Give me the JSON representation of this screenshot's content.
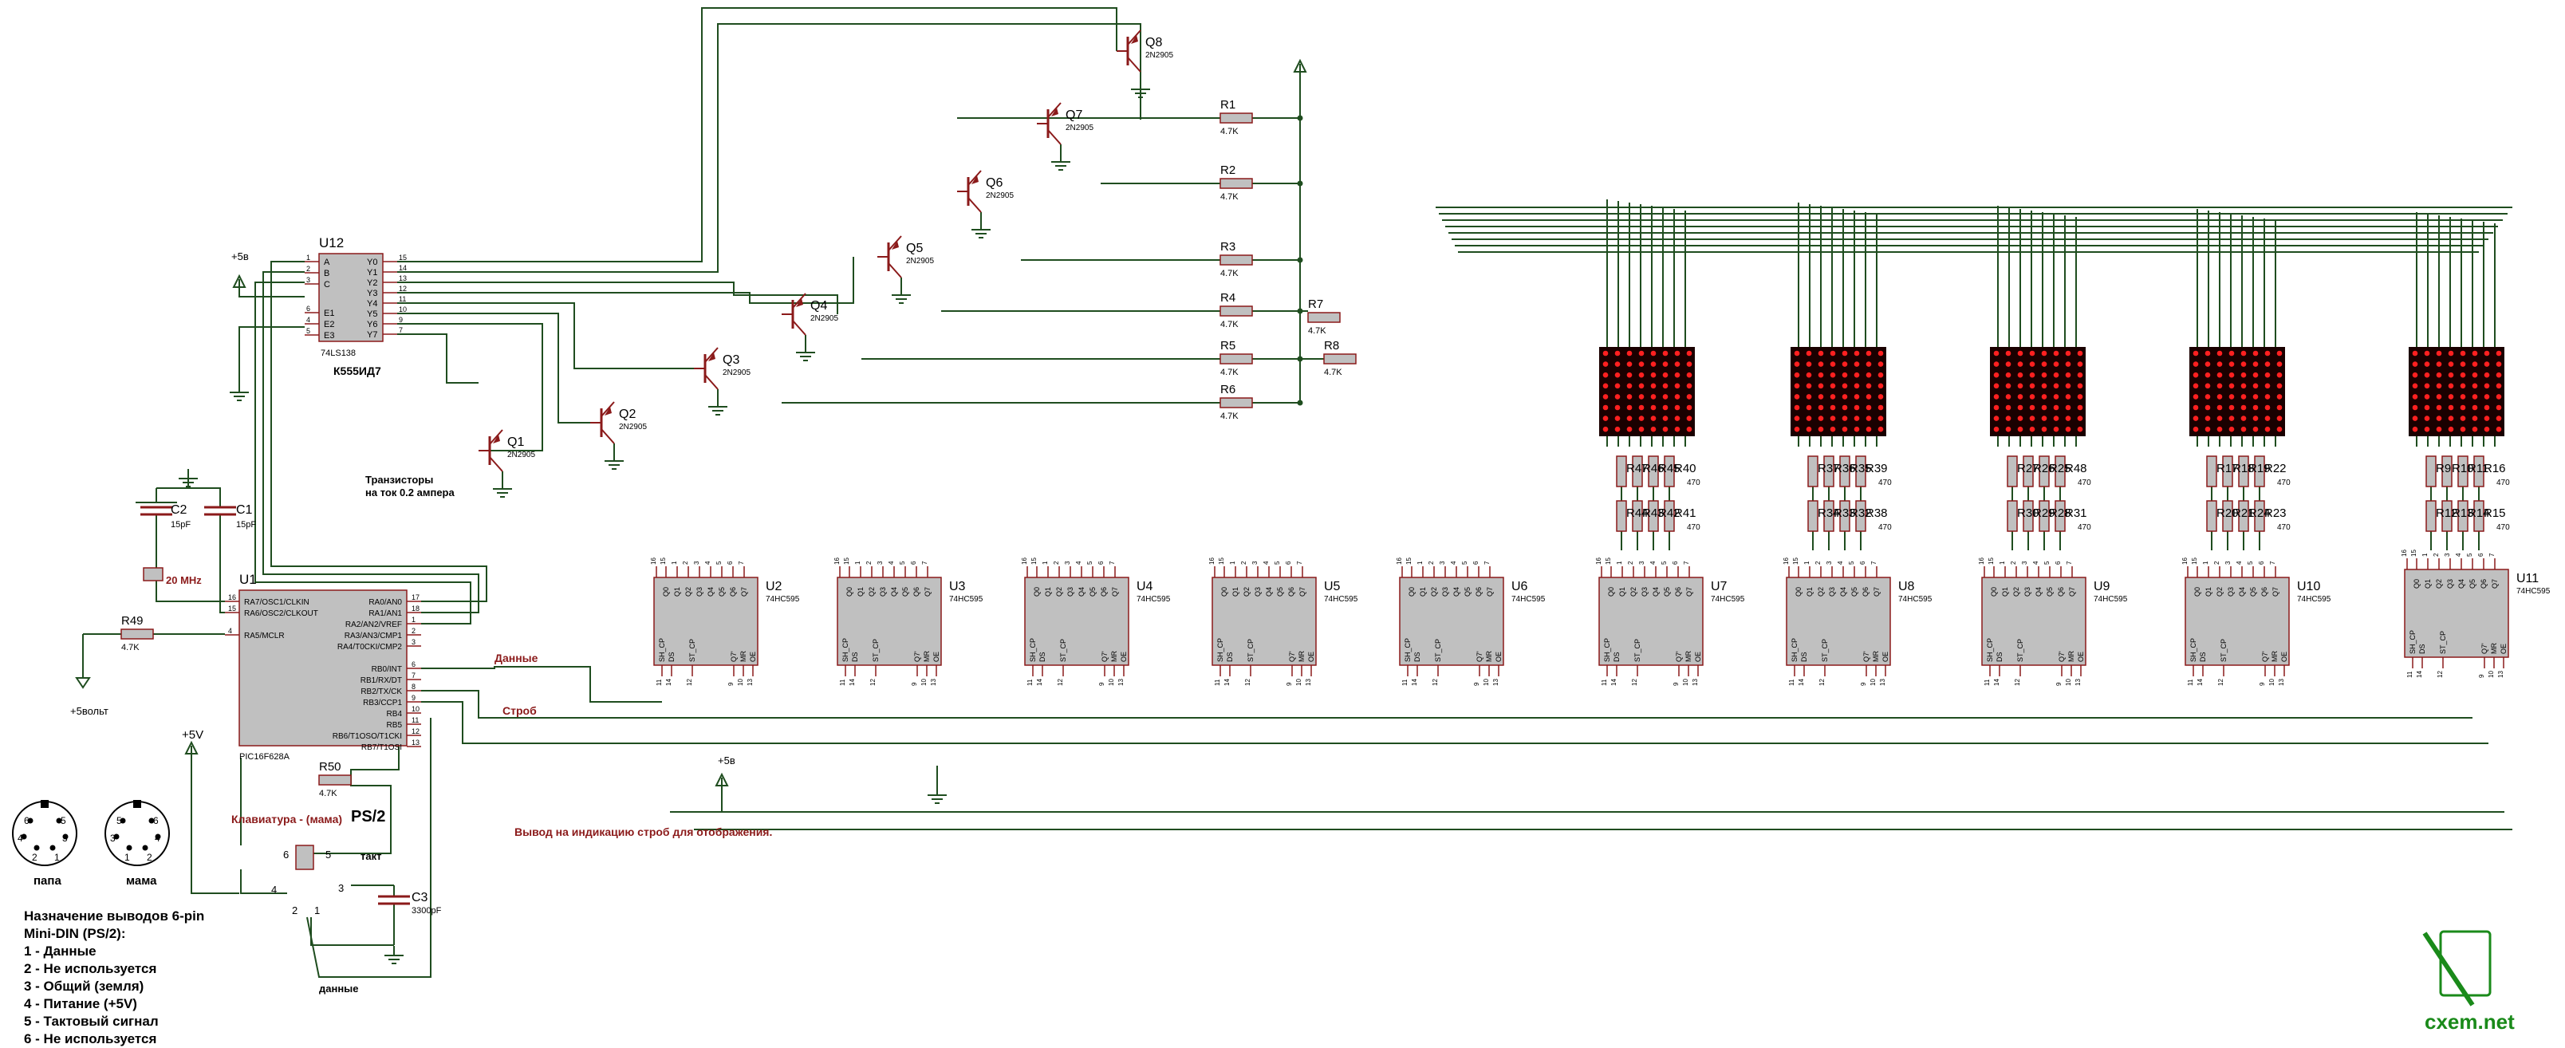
{
  "microcontroller": {
    "ref": "U1",
    "part": "PIC16F628A",
    "pins_left": [
      "RA7/OSC1/CLKIN",
      "RA6/OSC2/CLKOUT",
      "RA5/MCLR"
    ],
    "pins_left_nums": [
      "16",
      "15",
      "4"
    ],
    "pins_right": [
      "RA0/AN0",
      "RA1/AN1",
      "RA2/AN2/VREF",
      "RA3/AN3/CMP1",
      "RA4/T0CKI/CMP2",
      "RB0/INT",
      "RB1/RX/DT",
      "RB2/TX/CK",
      "RB3/CCP1",
      "RB4",
      "RB5",
      "RB6/T1OSO/T1CKI",
      "RB7/T1OSI"
    ],
    "pins_right_nums": [
      "17",
      "18",
      "1",
      "2",
      "3",
      "6",
      "7",
      "8",
      "9",
      "10",
      "11",
      "12",
      "13"
    ]
  },
  "decoder": {
    "ref": "U12",
    "part": "74LS138",
    "alias": "К555ИД7",
    "pins_in": [
      "A",
      "B",
      "C",
      "E1",
      "E2",
      "E3"
    ],
    "pins_in_nums": [
      "1",
      "2",
      "3",
      "6",
      "4",
      "5"
    ],
    "pins_out": [
      "Y0",
      "Y1",
      "Y2",
      "Y3",
      "Y4",
      "Y5",
      "Y6",
      "Y7"
    ],
    "pins_out_nums": [
      "15",
      "14",
      "13",
      "12",
      "11",
      "10",
      "9",
      "7"
    ]
  },
  "transistors": [
    {
      "ref": "Q1",
      "part": "2N2905"
    },
    {
      "ref": "Q2",
      "part": "2N2905"
    },
    {
      "ref": "Q3",
      "part": "2N2905"
    },
    {
      "ref": "Q4",
      "part": "2N2905"
    },
    {
      "ref": "Q5",
      "part": "2N2905"
    },
    {
      "ref": "Q6",
      "part": "2N2905"
    },
    {
      "ref": "Q7",
      "part": "2N2905"
    },
    {
      "ref": "Q8",
      "part": "2N2905"
    }
  ],
  "resistors_base": [
    {
      "ref": "R1",
      "value": "4.7K"
    },
    {
      "ref": "R2",
      "value": "4.7K"
    },
    {
      "ref": "R3",
      "value": "4.7K"
    },
    {
      "ref": "R4",
      "value": "4.7K"
    },
    {
      "ref": "R5",
      "value": "4.7K"
    },
    {
      "ref": "R6",
      "value": "4.7K"
    },
    {
      "ref": "R7",
      "value": "4.7K"
    },
    {
      "ref": "R8",
      "value": "4.7K"
    }
  ],
  "shift_registers": [
    {
      "ref": "U2",
      "part": "74HC595"
    },
    {
      "ref": "U3",
      "part": "74HC595"
    },
    {
      "ref": "U4",
      "part": "74HC595"
    },
    {
      "ref": "U5",
      "part": "74HC595"
    },
    {
      "ref": "U6",
      "part": "74HC595"
    },
    {
      "ref": "U7",
      "part": "74HC595"
    },
    {
      "ref": "U8",
      "part": "74HC595"
    },
    {
      "ref": "U9",
      "part": "74HC595"
    },
    {
      "ref": "U10",
      "part": "74HC595"
    },
    {
      "ref": "U11",
      "part": "74HC595"
    }
  ],
  "sr_pins": {
    "top": [
      "Q0",
      "Q1",
      "Q2",
      "Q3",
      "Q4",
      "Q5",
      "Q6",
      "Q7"
    ],
    "top_nums": [
      "15",
      "1",
      "2",
      "3",
      "4",
      "5",
      "6",
      "7"
    ],
    "bottom": [
      "SH_CP",
      "DS",
      "ST_CP",
      "Q7'",
      "MR",
      "OE"
    ],
    "bottom_nums": [
      "11",
      "14",
      "12",
      "9",
      "10",
      "13"
    ],
    "vcc_num": "16"
  },
  "matrix_groups": [
    {
      "top_labels": [
        "R47",
        "R46",
        "R45",
        "R40"
      ],
      "bot_labels": [
        "R44",
        "R43",
        "R42",
        "R41"
      ],
      "top_value": "470",
      "bot_value": "470"
    },
    {
      "top_labels": [
        "R37",
        "R36",
        "R35",
        "R39"
      ],
      "bot_labels": [
        "R34",
        "R33",
        "R32",
        "R38"
      ],
      "top_value": "470",
      "bot_value": "470"
    },
    {
      "top_labels": [
        "R27",
        "R26",
        "R25",
        "R48"
      ],
      "bot_labels": [
        "R30",
        "R29",
        "R28",
        "R31"
      ],
      "top_value": "470",
      "bot_value": "470"
    },
    {
      "top_labels": [
        "R17",
        "R18",
        "R19",
        "R22"
      ],
      "bot_labels": [
        "R20",
        "R21",
        "R24",
        "R23"
      ],
      "top_value": "470",
      "bot_value": "470"
    },
    {
      "top_labels": [
        "R9",
        "R10",
        "R11",
        "R16"
      ],
      "bot_labels": [
        "R12",
        "R13",
        "R14",
        "R15"
      ],
      "top_value": "470",
      "bot_value": "470"
    }
  ],
  "passives": {
    "C1": {
      "ref": "C1",
      "value": "15pF"
    },
    "C2": {
      "ref": "C2",
      "value": "15pF"
    },
    "C3": {
      "ref": "C3",
      "value": "3300pF"
    },
    "R49": {
      "ref": "R49",
      "value": "4.7K"
    },
    "R50": {
      "ref": "R50",
      "value": "4.7K"
    },
    "crystal": "20 MHz"
  },
  "labels": {
    "plus5_a": "+5в",
    "plus5_b": "+5вольт",
    "plus5_c": "+5V",
    "plus5_d": "+5в",
    "transistor_note_1": "Транзисторы",
    "transistor_note_2": "на ток 0.2 ампера",
    "data_label": "Данные",
    "strobe_label": "Строб",
    "strobe_output": "Вывод на индикацию строб для отображения.",
    "keyboard_title": "Клавиатура - (мама)",
    "ps2": "PS/2",
    "clock_label": "такт",
    "data_pin_label": "данные",
    "papa": "папа",
    "mama": "мама",
    "kbd_pins": {
      "p6": "6",
      "p5": "5",
      "p4": "4",
      "p3": "3",
      "p2": "2",
      "p1": "1"
    },
    "din_pins_papa": {
      "p6": "6",
      "p5": "5",
      "p4": "4",
      "p3": "3",
      "p2": "2",
      "p1": "1"
    },
    "din_pins_mama": {
      "p5": "5",
      "p6": "6",
      "p3": "3",
      "p4": "4",
      "p1": "1",
      "p2": "2"
    }
  },
  "pinout_note": {
    "title_1": "Назначение выводов 6-pin",
    "title_2": "Mini-DIN (PS/2):",
    "items": [
      "1 - Данные",
      "2 - Не используется",
      "3 - Общий (земля)",
      "4 - Питание (+5V)",
      "5 - Тактовый сигнал",
      "6 - Не используется"
    ]
  },
  "logo": "cxem.net",
  "colors": {
    "wire": "#1f4d1f",
    "component": "#8b1a1a",
    "body_fill": "#c0c0c0",
    "led": "#ff2020",
    "matrix_bg": "#1a0000",
    "logo": "#1a8a1a"
  }
}
